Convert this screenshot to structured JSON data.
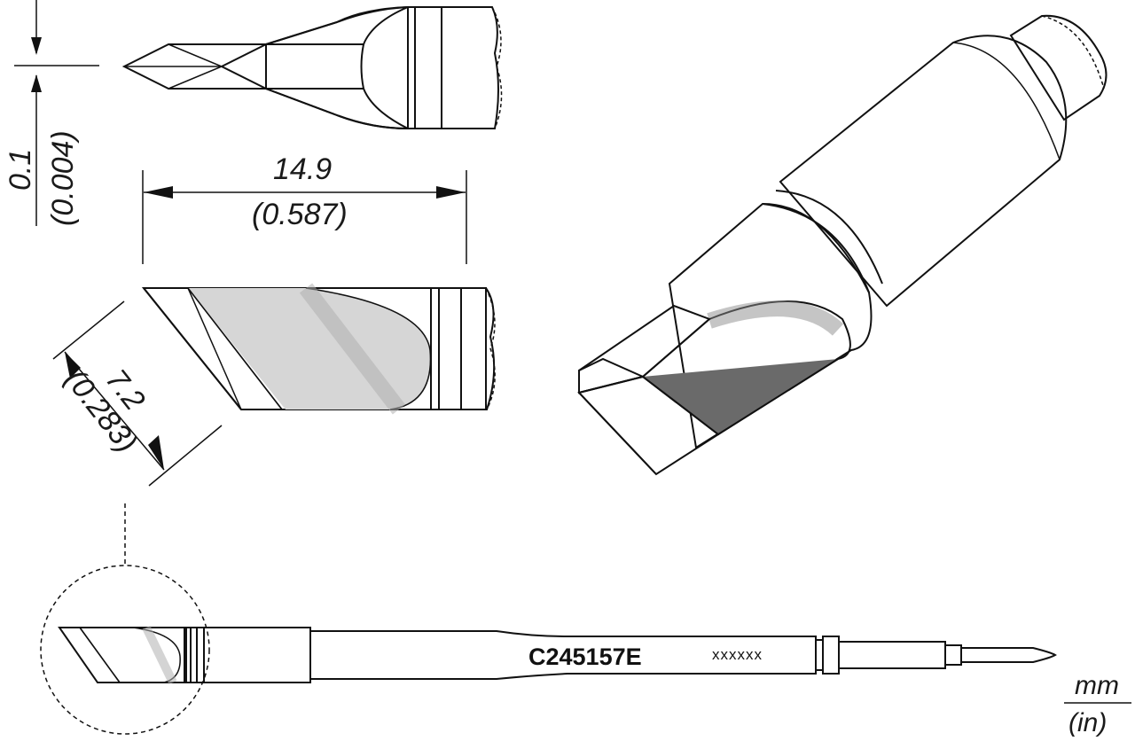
{
  "dimensions": {
    "thickness_mm": "0.1",
    "thickness_in": "(0.004)",
    "length_mm": "14.9",
    "length_in": "(0.587)",
    "width_mm": "7.2",
    "width_in": "(0.283)"
  },
  "product": {
    "part_number": "C245157E",
    "serial_marking": "xxxxxx"
  },
  "units": {
    "metric": "mm",
    "imperial": "(in)"
  },
  "colors": {
    "dark_gray": "#6e6e6e",
    "mid_gray": "#9a9a9a",
    "light_gray": "#c8c8c8",
    "lighter_gray": "#dedede",
    "white_face": "#f2f2f2",
    "outline": "#111111"
  }
}
